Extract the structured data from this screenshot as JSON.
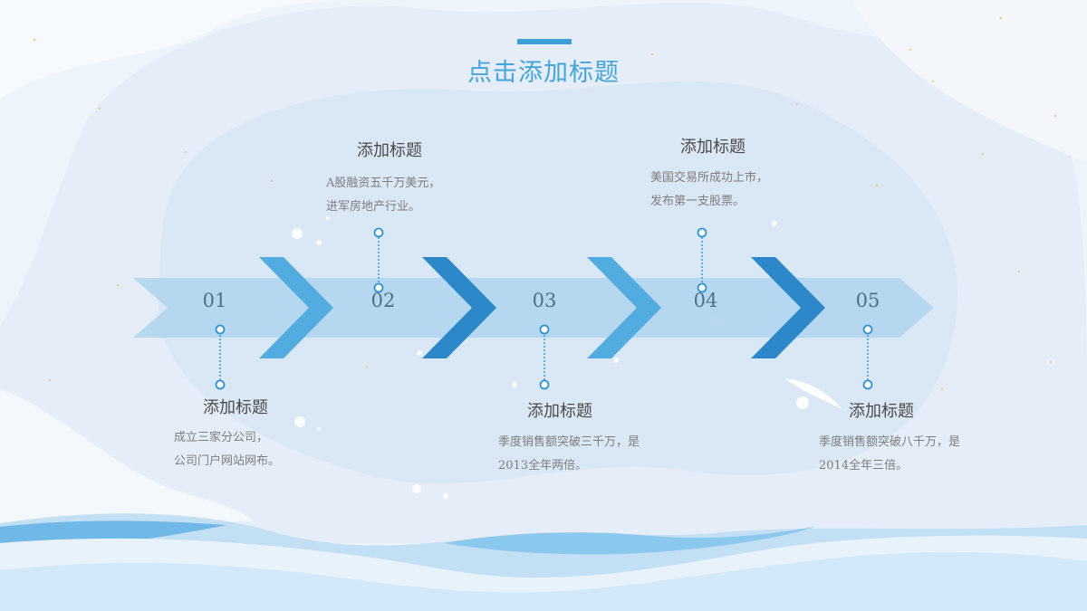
{
  "slide": {
    "title": "点击添加标题",
    "colors": {
      "accent": "#3d9fd8",
      "arrow_light": "#b3d6ef",
      "chevron_mid": "#52ace0",
      "chevron_dark": "#2c88c8",
      "marker": "#2f93cf"
    },
    "steps": [
      {
        "number": "01",
        "heading": "添加标题",
        "lines": [
          "成立三家分公司，",
          "公司门户网站网布。"
        ]
      },
      {
        "number": "02",
        "heading": "添加标题",
        "lines": [
          "A股融资五千万美元，",
          "进军房地产行业。"
        ]
      },
      {
        "number": "03",
        "heading": "添加标题",
        "lines": [
          "季度销售额突破三千万，是",
          "2013全年两倍。"
        ]
      },
      {
        "number": "04",
        "heading": "添加标题",
        "lines": [
          "美国交易所成功上市，",
          "发布第一支股票。"
        ]
      },
      {
        "number": "05",
        "heading": "添加标题",
        "lines": [
          "季度销售额突破八千万，是",
          "2014全年三倍。"
        ]
      }
    ]
  }
}
